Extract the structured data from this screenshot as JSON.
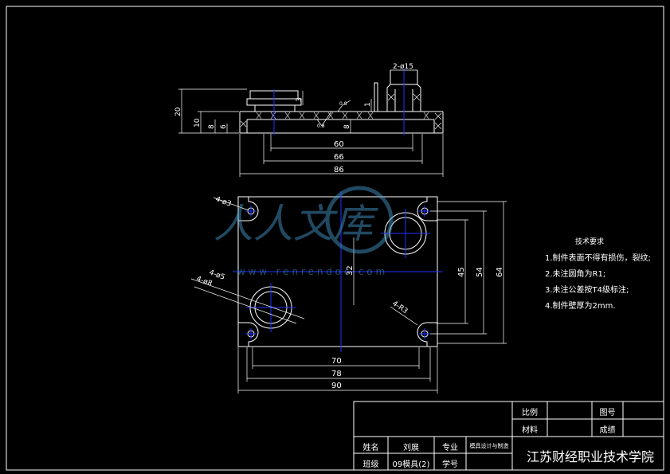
{
  "drawing": {
    "section_dims": {
      "height_total": "20",
      "height_10": "10",
      "height_8a": "8",
      "height_6": "6",
      "height_3": "3",
      "height_8b": "8",
      "height_1": "1",
      "hole_callout": "2-ø15",
      "roughness_a": "0.8",
      "roughness_b": "0.8",
      "width_60": "60",
      "width_66": "66",
      "width_86": "86"
    },
    "plan_dims": {
      "hole_small": "4-ø3",
      "hole_cb_a": "4-ø8",
      "hole_cb_b": "4-ø5",
      "radius": "4-R3",
      "dim_32": "32",
      "dim_45": "45",
      "dim_54": "54",
      "dim_64": "64",
      "dim_70": "70",
      "dim_78": "78",
      "dim_90": "90"
    }
  },
  "notes": {
    "title": "技术要求",
    "items": [
      "1.制件表面不得有损伤，裂纹;",
      "2.未注圆角为R1;",
      "3.未注公差按T4级标注;",
      "4.制件壁厚为2mm."
    ]
  },
  "watermark": {
    "logo_text": "人人文库",
    "url_text": "w w w . r e n r e n d o c . c o m"
  },
  "title_block": {
    "scale_label": "比例",
    "drawing_no_label": "图号",
    "material_label": "材料",
    "grade_label": "成绩",
    "name_label": "姓名",
    "name_value": "刘展",
    "major_label": "专业",
    "major_value": "模具设计与制造",
    "class_label": "班级",
    "class_value": "09模具(2)",
    "student_no_label": "学号",
    "school": "江苏财经职业技术学院"
  }
}
